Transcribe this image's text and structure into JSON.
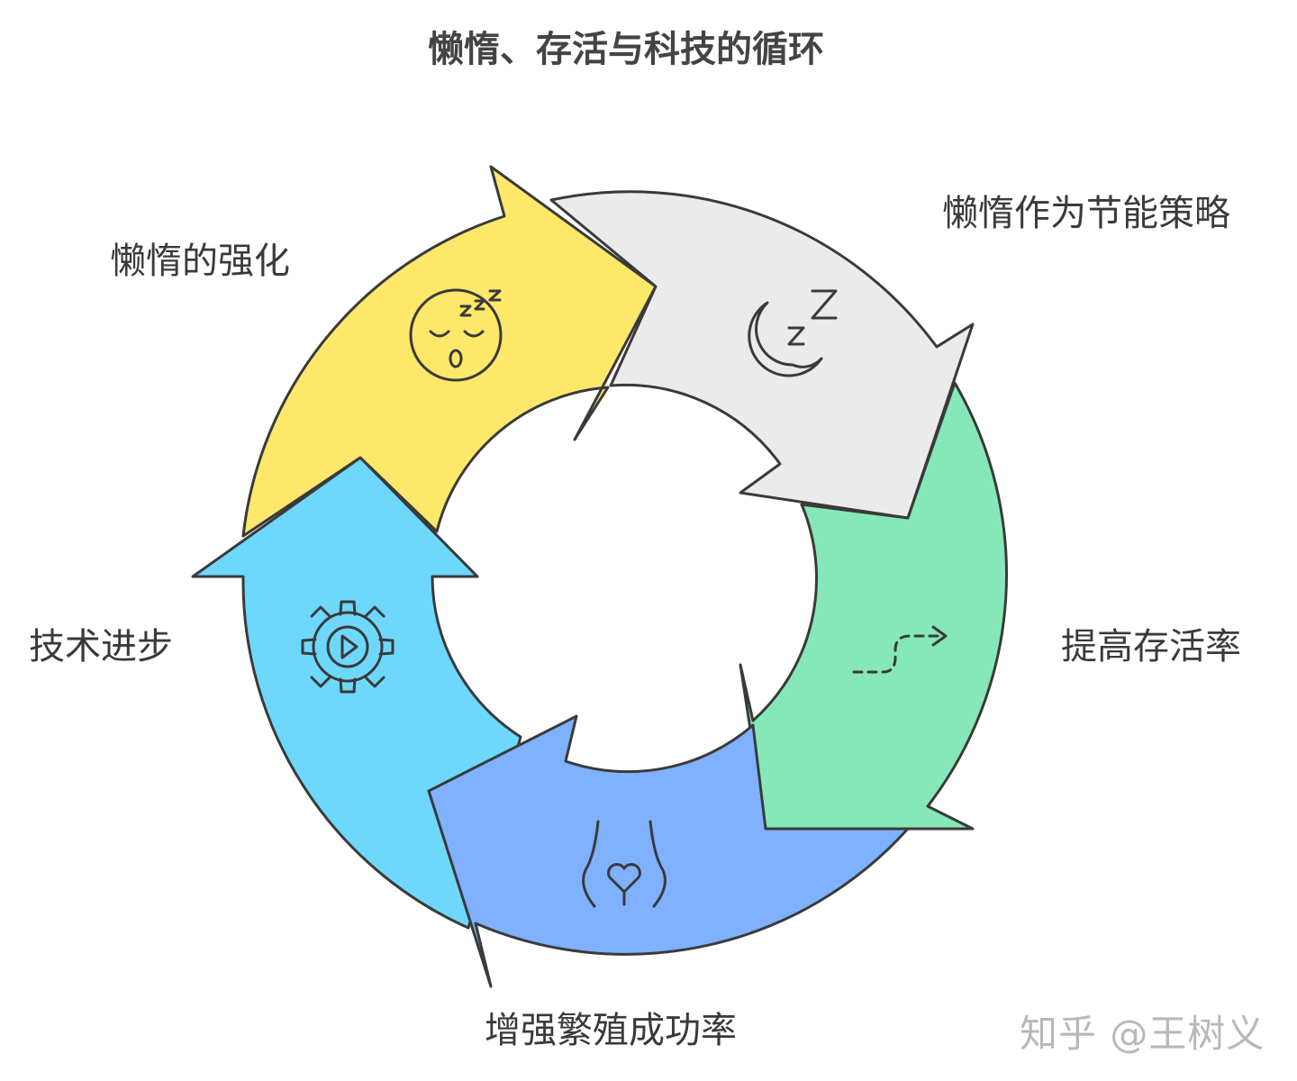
{
  "title": "懒惰、存活与科技的循环",
  "steps": [
    {
      "label": "懒惰的强化",
      "color": "#fde86a",
      "icon": "sleeping-face-icon"
    },
    {
      "label": "懒惰作为节能策略",
      "color": "#ebebeb",
      "icon": "moon-sleep-icon"
    },
    {
      "label": "提高存活率",
      "color": "#86e8b8",
      "icon": "dashed-path-arrow-icon"
    },
    {
      "label": "增强繁殖成功率",
      "color": "#7fb1ff",
      "icon": "fertility-heart-icon"
    },
    {
      "label": "技术进步",
      "color": "#6dd8fc",
      "icon": "gear-play-icon"
    }
  ],
  "watermark": "知乎 @王树义"
}
